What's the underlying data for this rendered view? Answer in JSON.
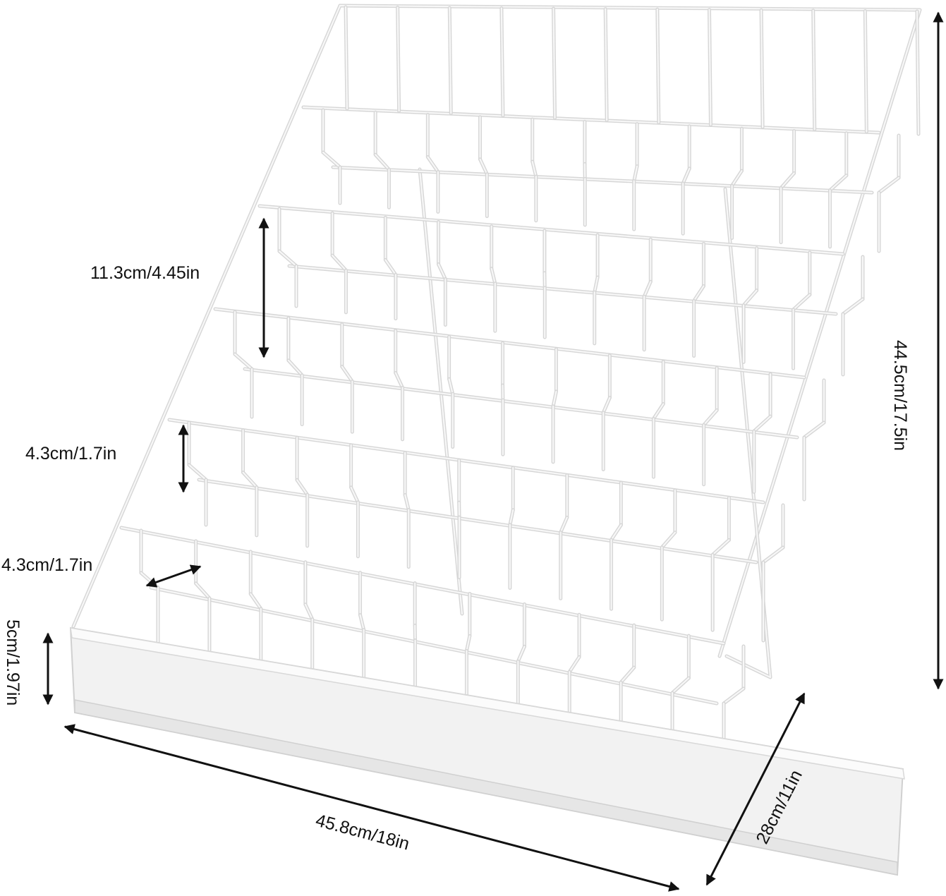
{
  "diagram": {
    "subject": "white wire tiered display rack with front tray",
    "colors": {
      "wire": "#d6d6d6",
      "wire_highlight": "#f7f7f7",
      "tray": "#f2f2f2",
      "dimension": "#111111",
      "background": "#ffffff"
    },
    "dimensions": {
      "height": "44.5cm/17.5in",
      "tier_spacing": "11.3cm/4.45in",
      "pocket_height": "4.3cm/1.7in",
      "pocket_depth": "4.3cm/1.7in",
      "lip_height": "5cm/1.97in",
      "width": "45.8cm/18in",
      "depth": "28cm/11in"
    }
  }
}
